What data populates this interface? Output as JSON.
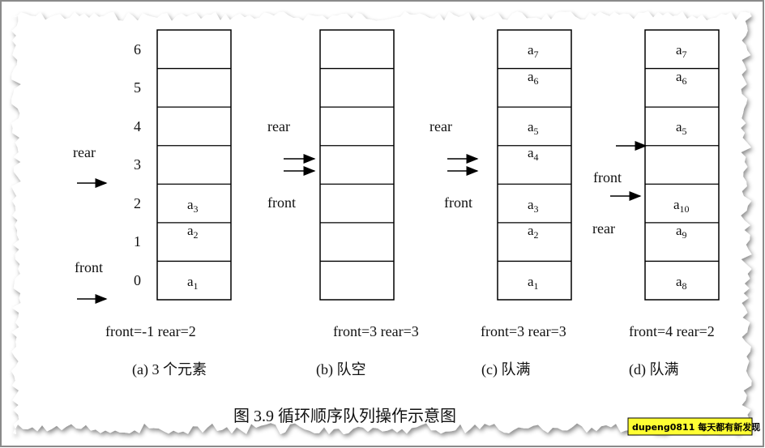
{
  "colors": {
    "frame": "#8a8a8a",
    "paper": "#ffffff",
    "watermark_bg": "#ffff33"
  },
  "indices": [
    "6",
    "5",
    "4",
    "3",
    "2",
    "1",
    "0"
  ],
  "a": {
    "rear": "rear",
    "front": "front",
    "cells": [
      {
        "b": "a",
        "s": "3"
      },
      {
        "b": "a",
        "s": "2"
      },
      {
        "b": "a",
        "s": "1"
      }
    ],
    "status": "front=-1 rear=2",
    "caption": "(a) 3 个元素"
  },
  "b": {
    "rear": "rear",
    "front": "front",
    "status": "front=3 rear=3",
    "caption": "(b)  队空"
  },
  "c": {
    "rear": "rear",
    "front": "front",
    "cells": [
      {
        "b": "a",
        "s": "7"
      },
      {
        "b": "a",
        "s": "6"
      },
      {
        "b": "a",
        "s": "5"
      },
      {
        "b": "a",
        "s": "4"
      },
      {
        "b": "a",
        "s": "3"
      },
      {
        "b": "a",
        "s": "2"
      },
      {
        "b": "a",
        "s": "1"
      }
    ],
    "status": "front=3 rear=3",
    "caption": "(c)  队满"
  },
  "d": {
    "front": "front",
    "rear": "rear",
    "cells": [
      {
        "b": "a",
        "s": "7"
      },
      {
        "b": "a",
        "s": "6"
      },
      {
        "b": "a",
        "s": "5"
      },
      {
        "b": "a",
        "s": "10"
      },
      {
        "b": "a",
        "s": "9"
      },
      {
        "b": "a",
        "s": "8"
      }
    ],
    "status": "front=4 rear=2",
    "caption": "(d)  队满"
  },
  "title": "图 3.9  循环顺序队列操作示意图",
  "watermark": "dupeng0811 每天都有新发现"
}
